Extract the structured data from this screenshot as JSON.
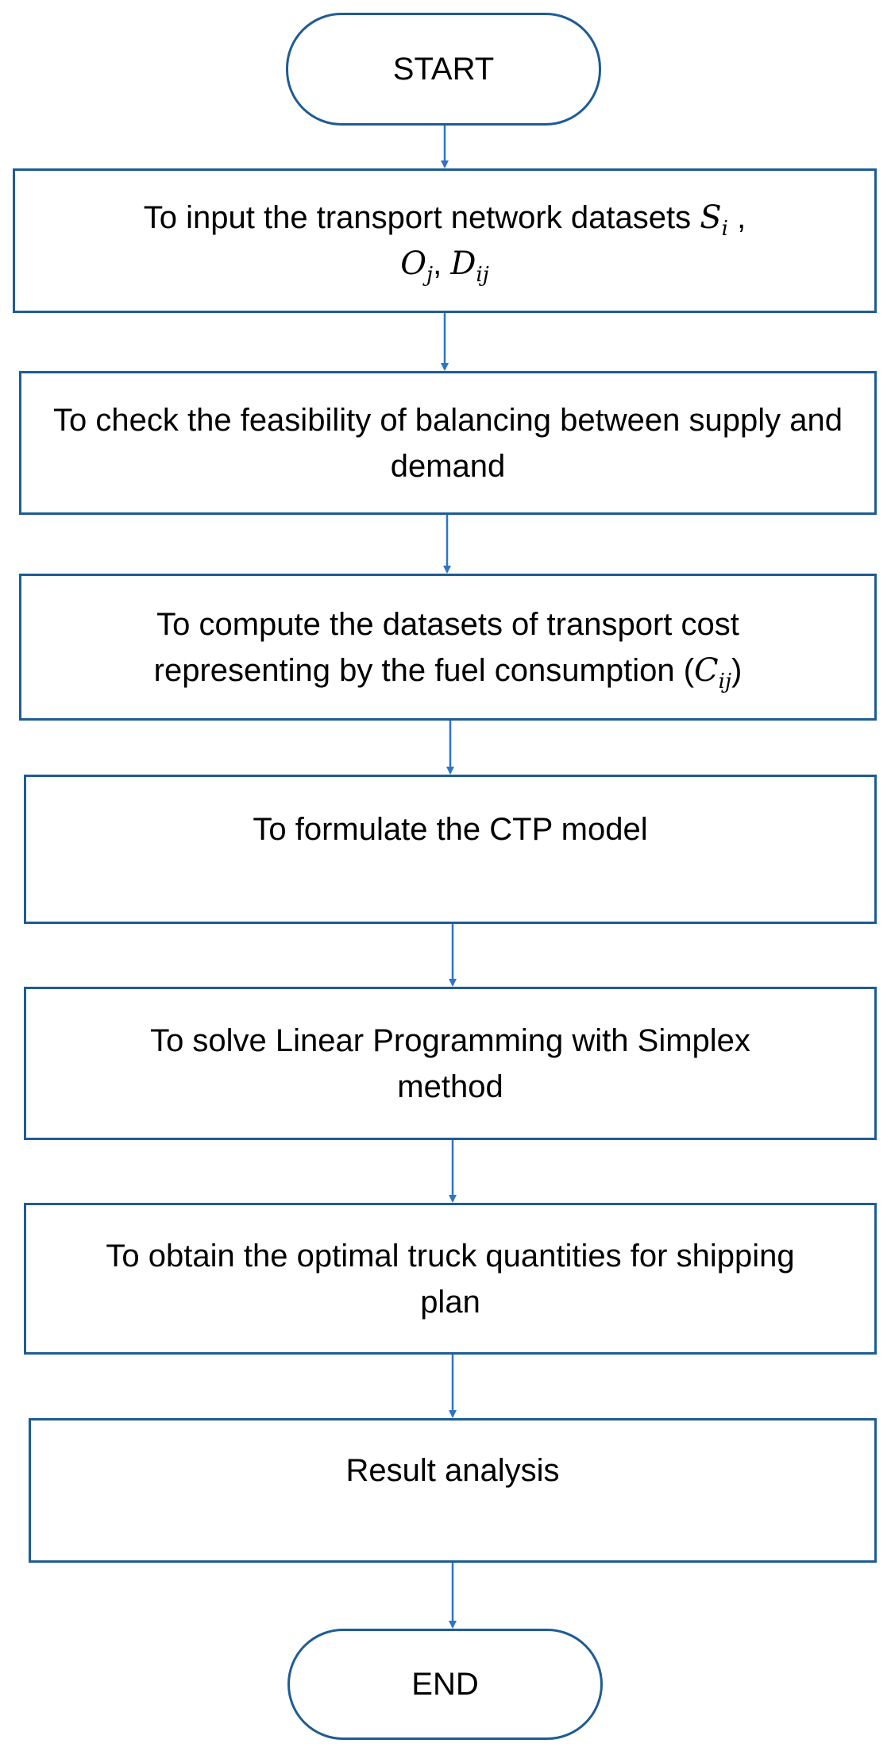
{
  "colors": {
    "stroke": "#1f5c94",
    "arrow": "#2e75c6",
    "text": "#000000",
    "background": "#ffffff"
  },
  "nodes": {
    "start": "START",
    "step1": {
      "line1_text": "To input the transport network datasets",
      "sym_S": "S",
      "sub_i": "i",
      "comma1": ",",
      "sym_O": "O",
      "sub_j": "j",
      "comma2": ",",
      "sym_D": "D",
      "sub_ij": "ij"
    },
    "step2": "To check the feasibility of balancing between supply and demand",
    "step3": {
      "line1": "To compute the datasets of transport cost",
      "line2_text": "representing by the fuel consumption (",
      "sym_C": "C",
      "sub_ij": "ij",
      "close_paren": ")"
    },
    "step4": "To formulate the CTP model",
    "step5": "To solve Linear Programming with Simplex method",
    "step6": "To obtain the optimal truck quantities for shipping plan",
    "step7": "Result analysis",
    "end": "END"
  }
}
